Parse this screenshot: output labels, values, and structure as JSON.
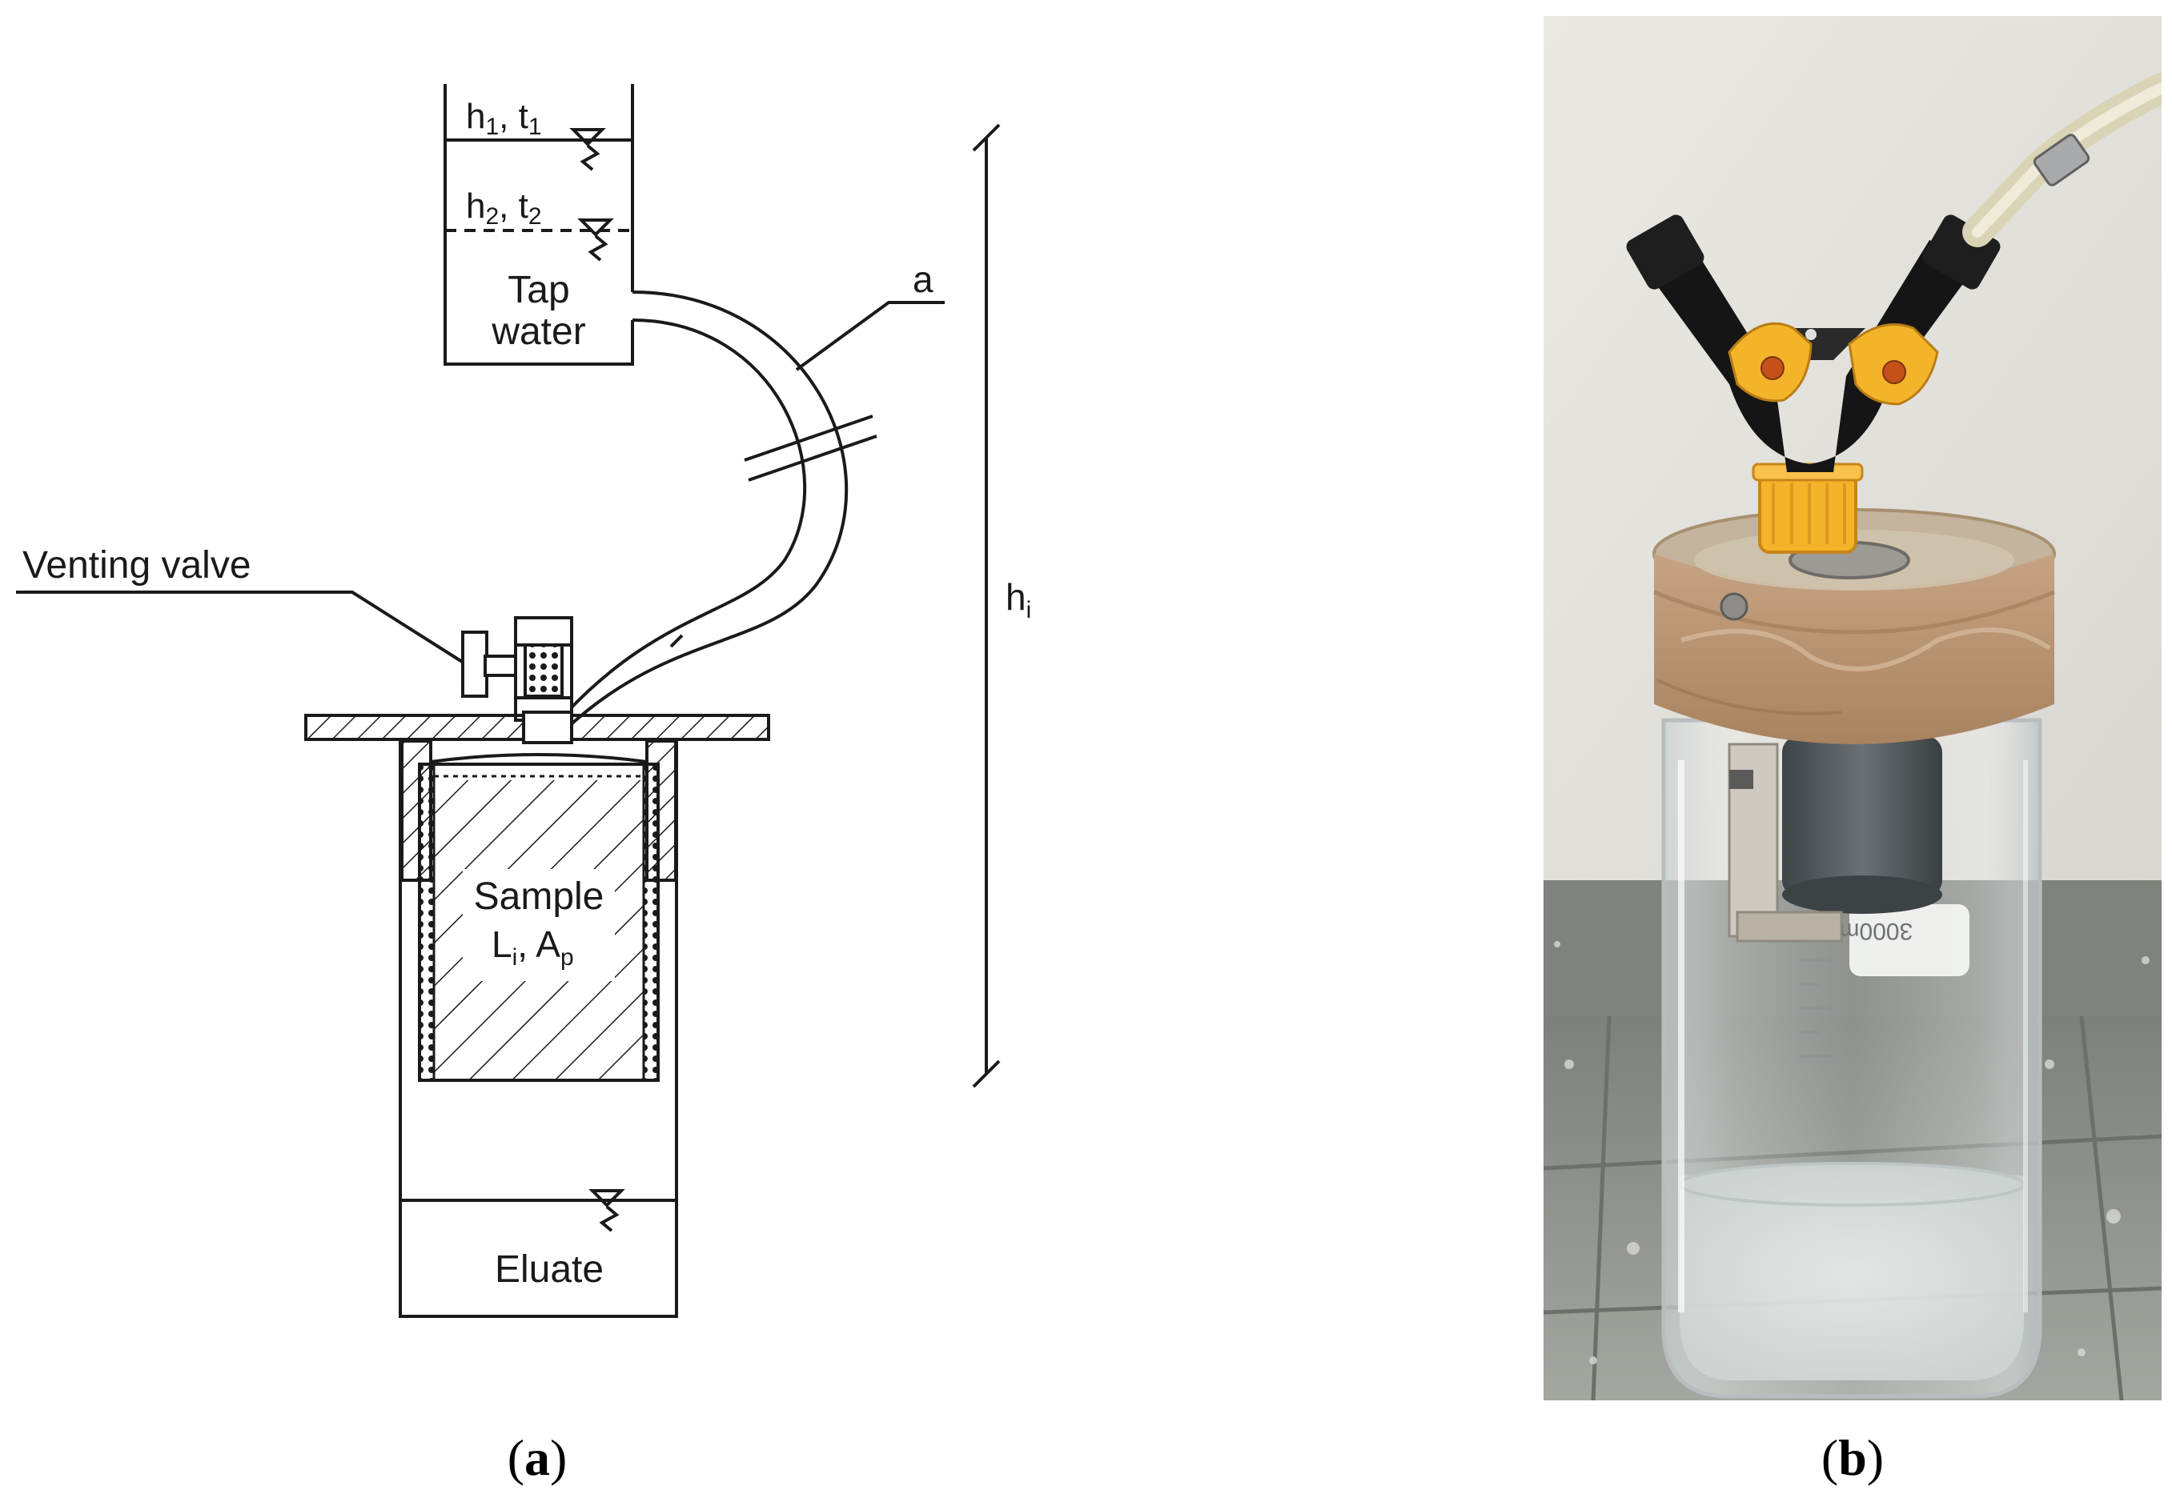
{
  "panel_a": {
    "level_top": {
      "h": "h",
      "h_sub": "1",
      "t": "t",
      "t_sub": "1",
      "sep": ", "
    },
    "level_bottom": {
      "h": "h",
      "h_sub": "2",
      "t": "t",
      "t_sub": "2",
      "sep": ", "
    },
    "tank_label_line1": "Tap",
    "tank_label_line2": "water",
    "hose_label": "a",
    "valve_label": "Venting valve",
    "height_label": "h",
    "height_sub": "i",
    "sample_label": "Sample",
    "sample_param_L": "L",
    "sample_param_L_sub": "i",
    "sample_param_sep": ", ",
    "sample_param_A": "A",
    "sample_param_A_sub": "p",
    "eluate_label": "Eluate",
    "caption_open": "(",
    "caption_letter": "a",
    "caption_close": ")"
  },
  "panel_b": {
    "beaker_marking": "3000ml",
    "caption_open": "(",
    "caption_letter": "b",
    "caption_close": ")"
  },
  "colors": {
    "line": "#1a1a1a",
    "wall": "#e8e6e0",
    "floor_tile": "#8d8f8a",
    "tape": "#b89474",
    "knob": "#f4b42a",
    "valve_body": "#151515"
  }
}
